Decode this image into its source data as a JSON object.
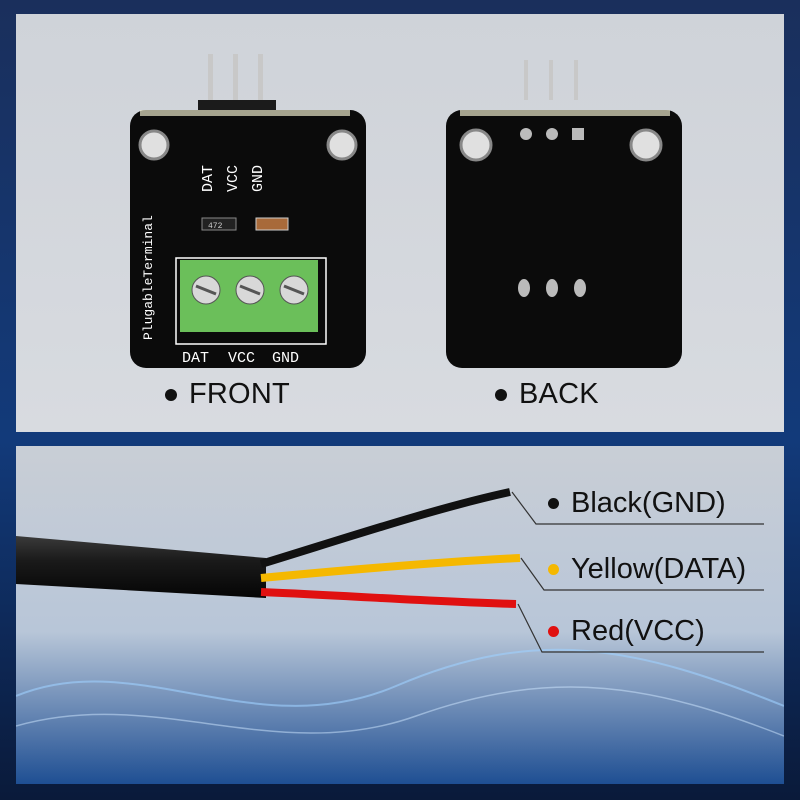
{
  "front": {
    "caption": "FRONT",
    "pin_labels": [
      "DAT",
      "VCC",
      "GND"
    ],
    "board_text": "PlugableTerminal",
    "terminal_labels": [
      "DAT",
      "VCC",
      "GND"
    ],
    "resistor_code": "472"
  },
  "back": {
    "caption": "BACK"
  },
  "wires": [
    {
      "label": "Black(GND)",
      "color": "#111111"
    },
    {
      "label": "Yellow(DATA)",
      "color": "#f5b800"
    },
    {
      "label": "Red(VCC)",
      "color": "#e01010"
    }
  ],
  "colors": {
    "board": "#0b0b0b",
    "terminal_block": "#6bbf5a",
    "cable_jacket": "#1a1a1a"
  }
}
